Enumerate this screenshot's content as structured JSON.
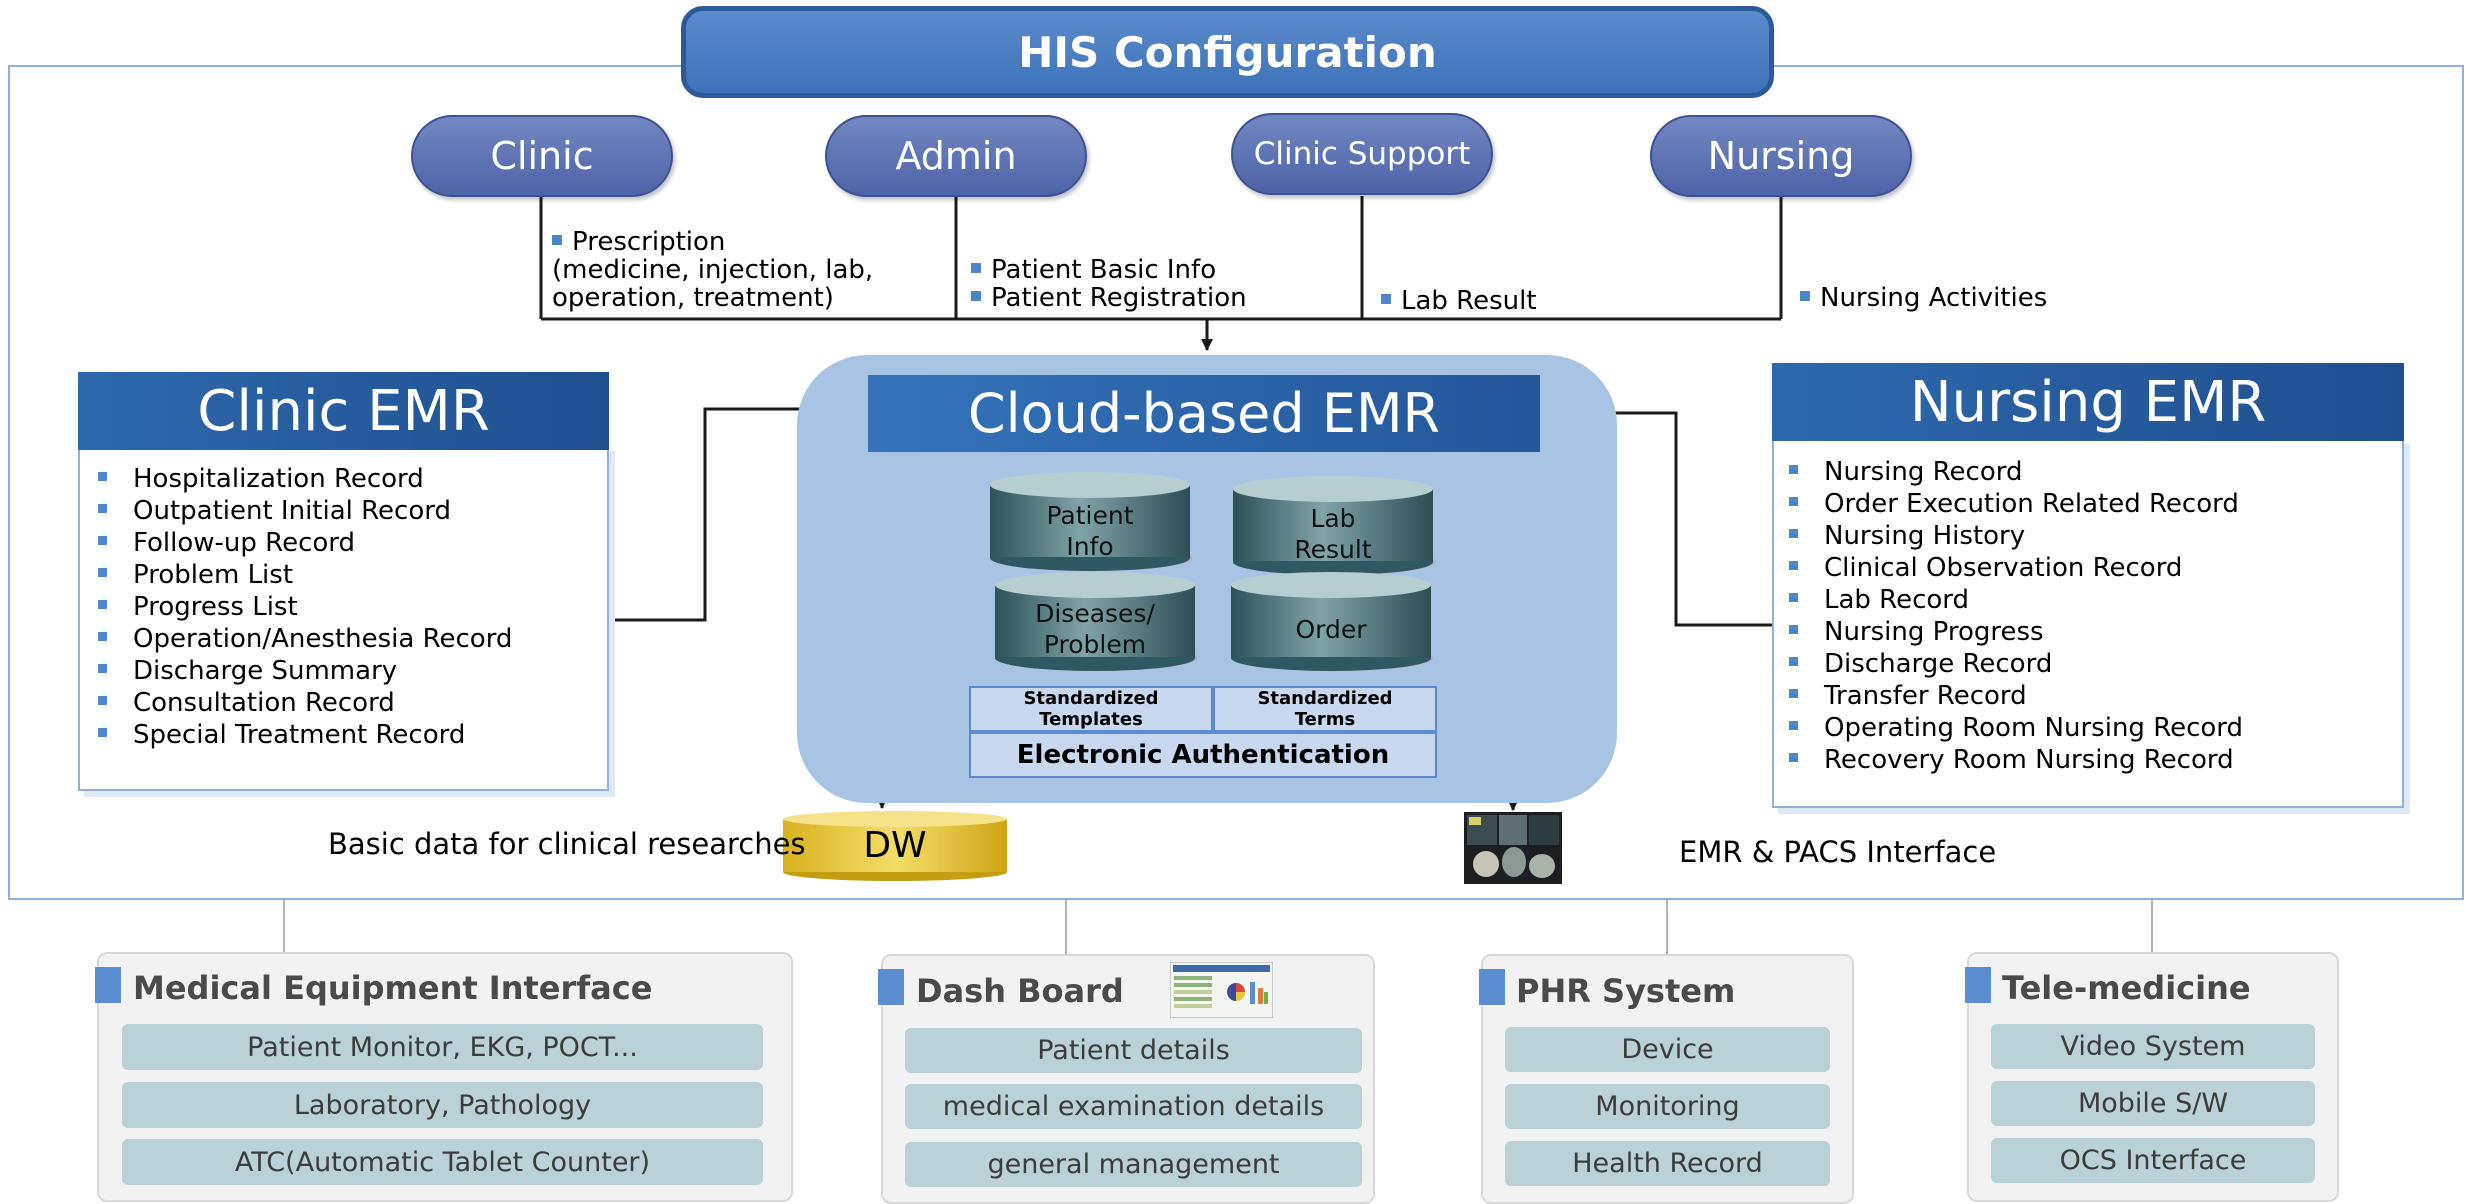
{
  "title": "HIS Configuration",
  "departments": {
    "clinic": "Clinic",
    "admin": "Admin",
    "clinic_support": "Clinic Support",
    "nursing": "Nursing"
  },
  "flows": {
    "clinic": [
      "Prescription",
      "(medicine, injection, lab,",
      "operation, treatment)"
    ],
    "admin": [
      "Patient Basic Info",
      "Patient Registration"
    ],
    "clinic_support": "Lab Result",
    "nursing": "Nursing Activities"
  },
  "clinic_emr": {
    "title": "Clinic EMR",
    "items": [
      "Hospitalization Record",
      "Outpatient Initial Record",
      "Follow-up Record",
      "Problem List",
      "Progress List",
      "Operation/Anesthesia Record",
      "Discharge Summary",
      "Consultation Record",
      "Special Treatment Record"
    ]
  },
  "cloud_emr": {
    "title": "Cloud-based EMR",
    "databases": {
      "patient_info": [
        "Patient",
        "Info"
      ],
      "lab_result": [
        "Lab",
        "Result"
      ],
      "diseases": [
        "Diseases/",
        "Problem"
      ],
      "order": "Order"
    },
    "standards": {
      "templates": [
        "Standardized",
        "Templates"
      ],
      "terms": [
        "Standardized",
        "Terms"
      ],
      "auth": "Electronic Authentication"
    }
  },
  "nursing_emr": {
    "title": "Nursing EMR",
    "items": [
      "Nursing Record",
      "Order Execution Related Record",
      "Nursing History",
      "Clinical Observation Record",
      "Lab Record",
      "Nursing Progress",
      "Discharge Record",
      "Transfer Record",
      "Operating Room Nursing Record",
      "Recovery Room Nursing Record"
    ]
  },
  "dw": {
    "label": "DW",
    "caption": "Basic data for clinical researches"
  },
  "pacs": {
    "caption": "EMR & PACS Interface"
  },
  "modules": [
    {
      "title": "Medical Equipment Interface",
      "items": [
        "Patient Monitor, EKG, POCT...",
        "Laboratory, Pathology",
        "ATC(Automatic Tablet Counter)"
      ]
    },
    {
      "title": "Dash Board",
      "items": [
        "Patient details",
        "medical examination details",
        "general management"
      ]
    },
    {
      "title": "PHR System",
      "items": [
        "Device",
        "Monitoring",
        "Health Record"
      ]
    },
    {
      "title": "Tele-medicine",
      "items": [
        "Video System",
        "Mobile S/W",
        "OCS Interface"
      ]
    }
  ],
  "colors": {
    "title_bar": "#3d72b8",
    "pill": "#5b6fb0",
    "emr_header": "#2a5fa3",
    "cloud_bg": "#a8c4e4",
    "db_cylinder": "#2f5f66",
    "dw_cylinder": "#e2c02a",
    "module_item": "#b9d1d7",
    "bullet": "#4a86c8"
  }
}
